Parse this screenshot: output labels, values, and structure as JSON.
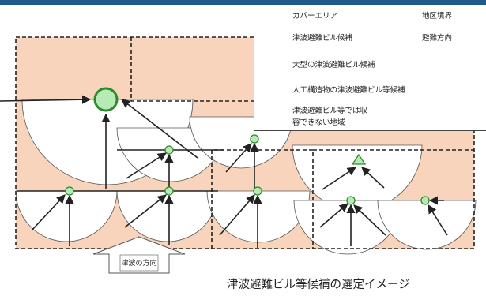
{
  "legend": {
    "cover_area": "カバーエリア",
    "district_boundary": "地区境界",
    "building_candidate": "津波避難ビル候補",
    "evacuation_direction": "避難方向",
    "large_building_candidate": "大型の津波避難ビル候補",
    "artificial_structure": "人工構造物の津波避難ビル等候補",
    "uncovered_area_line1": "津波避難ビル等では収",
    "uncovered_area_line2": "容できない地域"
  },
  "tsunami_direction": "津波の方向",
  "caption": "津波避難ビル等候補の選定イメージ",
  "colors": {
    "uncovered_fill": "#f7d4bb",
    "node_green": "#b7ebb5",
    "accent_bar": "#1f5a8a"
  }
}
